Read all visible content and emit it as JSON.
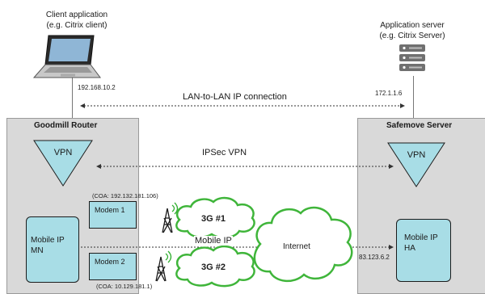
{
  "client": {
    "title": "Client application",
    "subtitle": "(e.g. Citrix client)",
    "ip": "192.168.10.2"
  },
  "server": {
    "title": "Application server",
    "subtitle": "(e.g. Citrix Server)",
    "ip": "172.1.1.6"
  },
  "links": {
    "lan": "LAN-to-LAN IP connection",
    "ipsec": "IPSec VPN",
    "mobile_ip": "Mobile IP"
  },
  "router": {
    "title": "Goodmill Router",
    "vpn": "VPN",
    "mobile_ip_mn_line1": "Mobile IP",
    "mobile_ip_mn_line2": "MN",
    "modem1": "Modem 1",
    "modem2": "Modem 2",
    "coa1": "(COA: 192.132.181.106)",
    "coa2": "(COA: 10.129.181.1)"
  },
  "safemove": {
    "title": "Safemove Server",
    "vpn": "VPN",
    "ha_line1": "Mobile IP",
    "ha_line2": "HA",
    "ha_ip": "83.123.6.2"
  },
  "network": {
    "cloud1": "3G #1",
    "cloud2": "3G #2",
    "internet": "Internet"
  },
  "colors": {
    "teal": "#a8dde6",
    "panel": "#d9d9d9",
    "cloud_stroke": "#3fb53a"
  }
}
